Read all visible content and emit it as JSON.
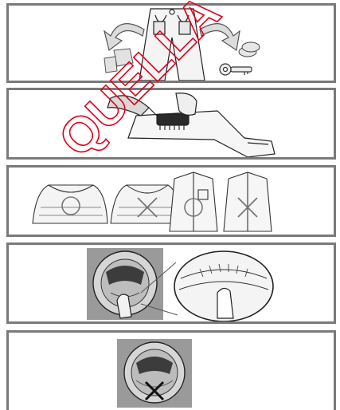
{
  "watermark": {
    "text": "QUELLA",
    "color": "#e0001a"
  },
  "panels": [
    {
      "id": "empty-pockets",
      "icons": [
        "trousers-icon",
        "coins-icon",
        "keys-icon",
        "arrow-icon"
      ]
    },
    {
      "id": "brush-stains",
      "icons": [
        "brush-icon",
        "shirt-sleeve-icon"
      ]
    },
    {
      "id": "close-zippers-buttons",
      "icons": [
        "collar-ok-icon",
        "collar-no-icon",
        "shirt-ok-icon",
        "shirt-no-icon"
      ],
      "marks": [
        "O",
        "X",
        "O",
        "X"
      ]
    },
    {
      "id": "check-drum-door",
      "icons": [
        "drum-icon",
        "magnifier-icon",
        "finger-icon"
      ]
    },
    {
      "id": "no-overload",
      "icons": [
        "drum-icon",
        "cross-mark-icon"
      ],
      "marks": [
        "X"
      ]
    }
  ],
  "colors": {
    "border": "#7a7a7a",
    "line": "#222222",
    "photo_bg": "#9a9a9a"
  }
}
